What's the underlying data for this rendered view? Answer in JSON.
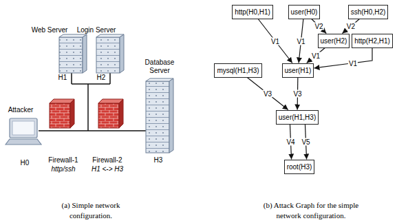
{
  "diagram": {
    "nodes": [
      {
        "text": [
          "http(H0,H1)"
        ]
      },
      {
        "text": [
          "user(H0)"
        ]
      },
      {
        "text": [
          "ssh(H0,H2)"
        ]
      },
      {
        "text": [
          "user(H2)"
        ]
      },
      {
        "text": [
          "http(H2,H1)"
        ]
      },
      {
        "text": [
          "mysql(H1,H3)"
        ]
      },
      {
        "text": [
          "user(H1)"
        ]
      },
      {
        "text": [
          "user(H1,H3)"
        ]
      },
      {
        "text": [
          "root(H3)"
        ]
      }
    ],
    "edges": [
      {
        "from": 0,
        "to": 6,
        "arrow": "to",
        "label": "V1"
      },
      {
        "from": 1,
        "to": 6,
        "arrow": "to",
        "label": "V1"
      },
      {
        "from": 1,
        "to": 3,
        "arrow": "to",
        "label": "V2"
      },
      {
        "from": 2,
        "to": 3,
        "arrow": "to",
        "label": "V2"
      },
      {
        "from": 3,
        "to": 6,
        "arrow": "to",
        "label": "V1"
      },
      {
        "from": 4,
        "to": 6,
        "arrow": "to",
        "label": "V1"
      },
      {
        "from": 5,
        "to": 7,
        "arrow": "to",
        "label": "V3"
      },
      {
        "from": 6,
        "to": 7,
        "arrow": "to",
        "label": "V3"
      },
      {
        "from": 7,
        "to": 8,
        "arrow": "to",
        "label": "V4"
      },
      {
        "from": 7,
        "to": 8,
        "arrow": "to",
        "label": "V5"
      }
    ],
    "labels": [
      "Web Server",
      "Login Server",
      "H1",
      "H2",
      "Attacker",
      "Database Server",
      "H0",
      "Firewall-1",
      "http/ssh",
      "Firewall-2",
      "H1 <-> H3",
      "H3",
      "(a) Simple network configuration.",
      "(b) Attack Graph for the simple network configuration."
    ]
  }
}
